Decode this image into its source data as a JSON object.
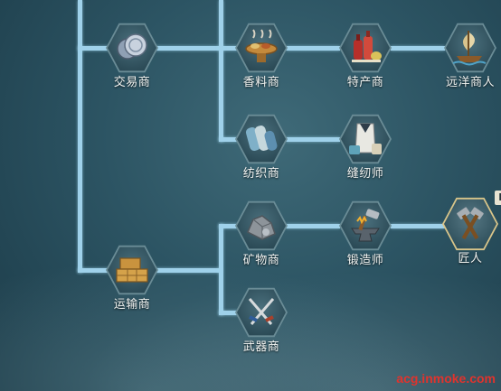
{
  "nodes": {
    "trader": {
      "label": "交易商",
      "icon": "silver-coins-icon"
    },
    "spice_merchant": {
      "label": "香料商",
      "icon": "spice-tray-icon"
    },
    "specialty_merchant": {
      "label": "特产商",
      "icon": "bottles-icon"
    },
    "ocean_merchant": {
      "label": "远洋商人",
      "icon": "sailing-ship-icon"
    },
    "textile_merchant": {
      "label": "纺织商",
      "icon": "cloth-rolls-icon"
    },
    "tailor": {
      "label": "缝纫师",
      "icon": "garment-icon"
    },
    "mineral_merchant": {
      "label": "矿物商",
      "icon": "ore-rocks-icon"
    },
    "blacksmith": {
      "label": "锻造师",
      "icon": "anvil-hammer-icon"
    },
    "craftsman": {
      "label": "匠人",
      "icon": "crossed-hammers-icon",
      "badge": "E"
    },
    "transporter": {
      "label": "运输商",
      "icon": "cargo-crates-icon"
    },
    "weapon_merchant": {
      "label": "武器商",
      "icon": "crossed-swords-icon"
    }
  },
  "watermark": "acg.inmoke.com",
  "colors": {
    "connector": "#9fd1ea",
    "active_border": "#d9c58a",
    "watermark": "#e0332d"
  }
}
